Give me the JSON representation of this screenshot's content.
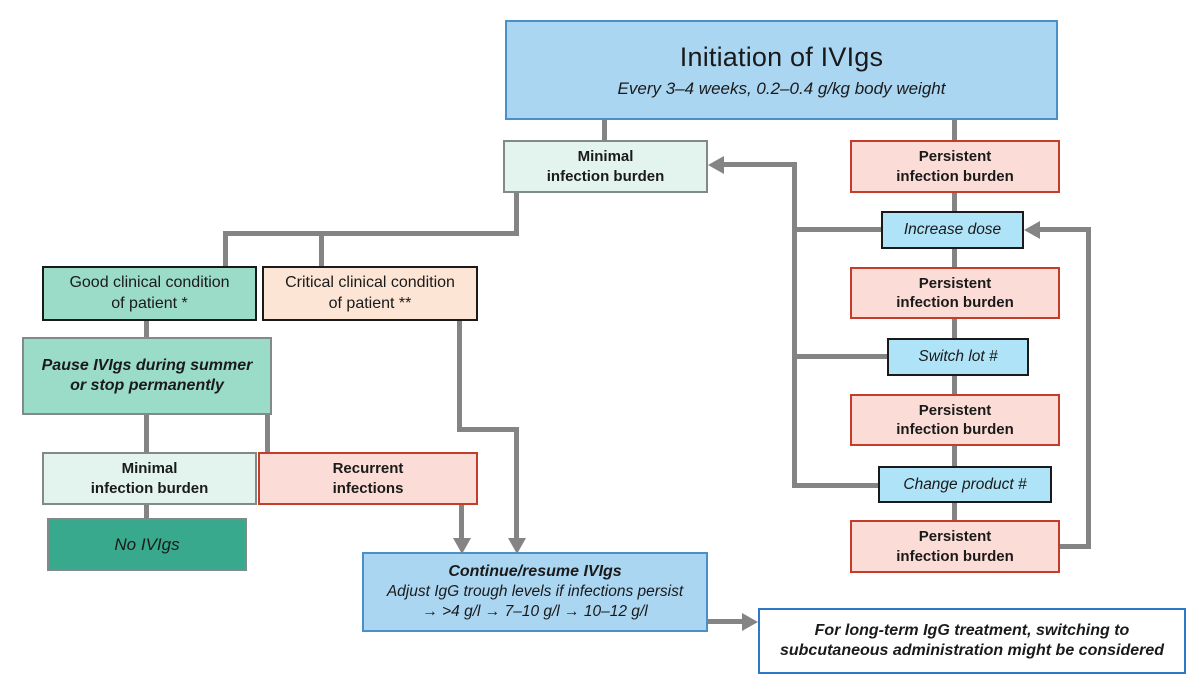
{
  "diagram": {
    "nodes": {
      "initiation": {
        "title": "Initiation of IVIgs",
        "subtitle": "Every 3–4 weeks, 0.2–0.4 g/kg body weight"
      },
      "minimal_top": {
        "line1": "Minimal",
        "line2": "infection burden"
      },
      "persistent_1": {
        "line1": "Persistent",
        "line2": "infection burden"
      },
      "increase_dose": {
        "label": "Increase dose"
      },
      "persistent_2": {
        "line1": "Persistent",
        "line2": "infection burden"
      },
      "switch_lot": {
        "label": "Switch lot #"
      },
      "persistent_3": {
        "line1": "Persistent",
        "line2": "infection burden"
      },
      "change_product": {
        "label": "Change product #"
      },
      "persistent_4": {
        "line1": "Persistent",
        "line2": "infection burden"
      },
      "good_condition": {
        "line1": "Good clinical condition",
        "line2": "of patient *"
      },
      "critical_condition": {
        "line1": "Critical clinical condition",
        "line2": "of patient **"
      },
      "pause": {
        "line1": "Pause IVIgs during summer",
        "line2": "or stop permanently"
      },
      "minimal_bottom": {
        "line1": "Minimal",
        "line2": "infection burden"
      },
      "recurrent": {
        "line1": "Recurrent",
        "line2": "infections"
      },
      "no_ivigs": {
        "label": "No IVIgs"
      },
      "continue_resume": {
        "title": "Continue/resume IVIgs",
        "line2": "Adjust IgG trough levels if infections persist",
        "line3": "→ >4 g/l → 7–10 g/l → 10–12 g/l"
      },
      "subcutaneous": {
        "line1": "For long-term IgG treatment, switching to",
        "line2": "subcutaneous administration might be considered"
      }
    },
    "colors": {
      "box_blue_fill": "#ABD6F2",
      "box_blue_border": "#4A90C8",
      "box_mint_fill": "#E3F3ED",
      "box_pink_fill": "#FBDCD6",
      "box_pink_border": "#C43D2B",
      "box_lightblue_fill": "#AEE3F8",
      "box_teal_fill": "#9BDCC8",
      "box_peach_fill": "#FCE5D5",
      "box_darkteal_fill": "#38A98D",
      "note_border": "#2E79C6",
      "connector_gray": "#848484"
    }
  }
}
